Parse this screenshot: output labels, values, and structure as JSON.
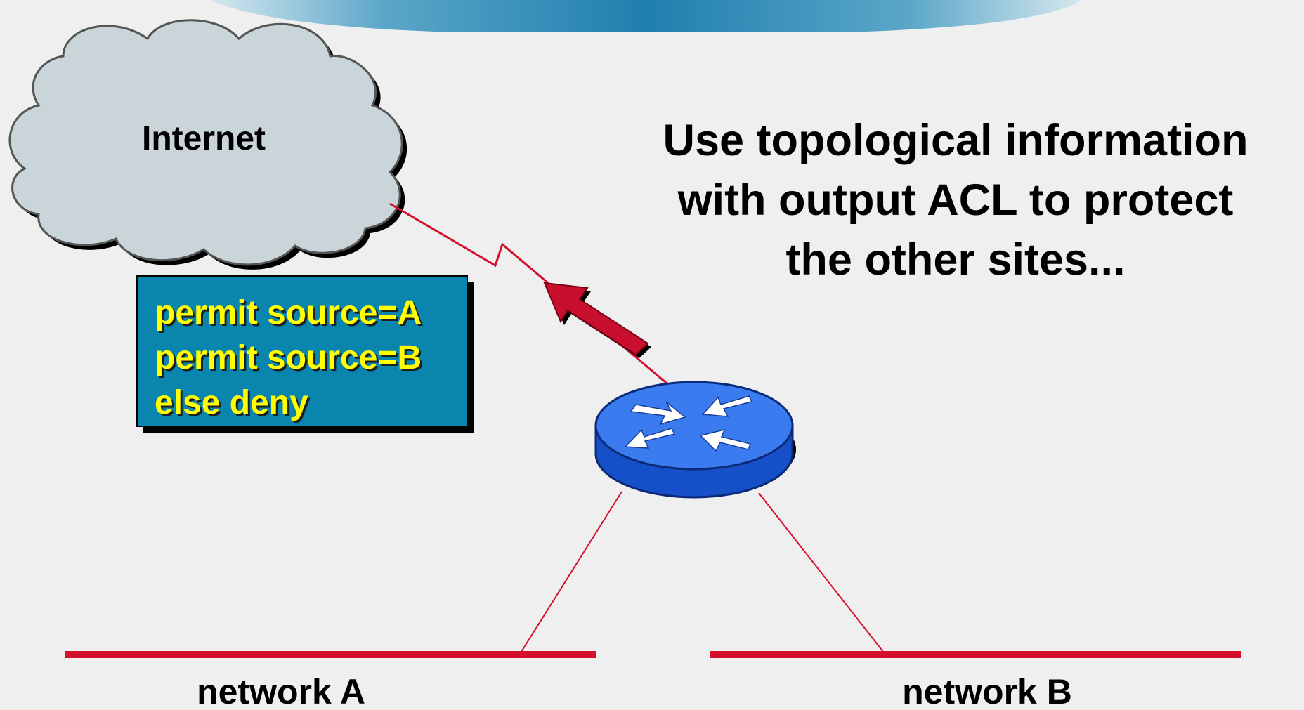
{
  "cloud": {
    "label": "Internet"
  },
  "headline": {
    "lines": [
      "Use topological information",
      "with output ACL to protect",
      "the other sites..."
    ]
  },
  "acl": {
    "rules": [
      "permit source=A",
      "permit source=B",
      "else deny"
    ]
  },
  "networks": {
    "a": "network A",
    "b": "network B"
  },
  "colors": {
    "link": "#d4102e",
    "router": "#2f6fe6",
    "acl_box": "#0a86ae",
    "acl_text": "#ffff00",
    "cloud": "#c9d5d8",
    "banner": "#2a87b3"
  }
}
